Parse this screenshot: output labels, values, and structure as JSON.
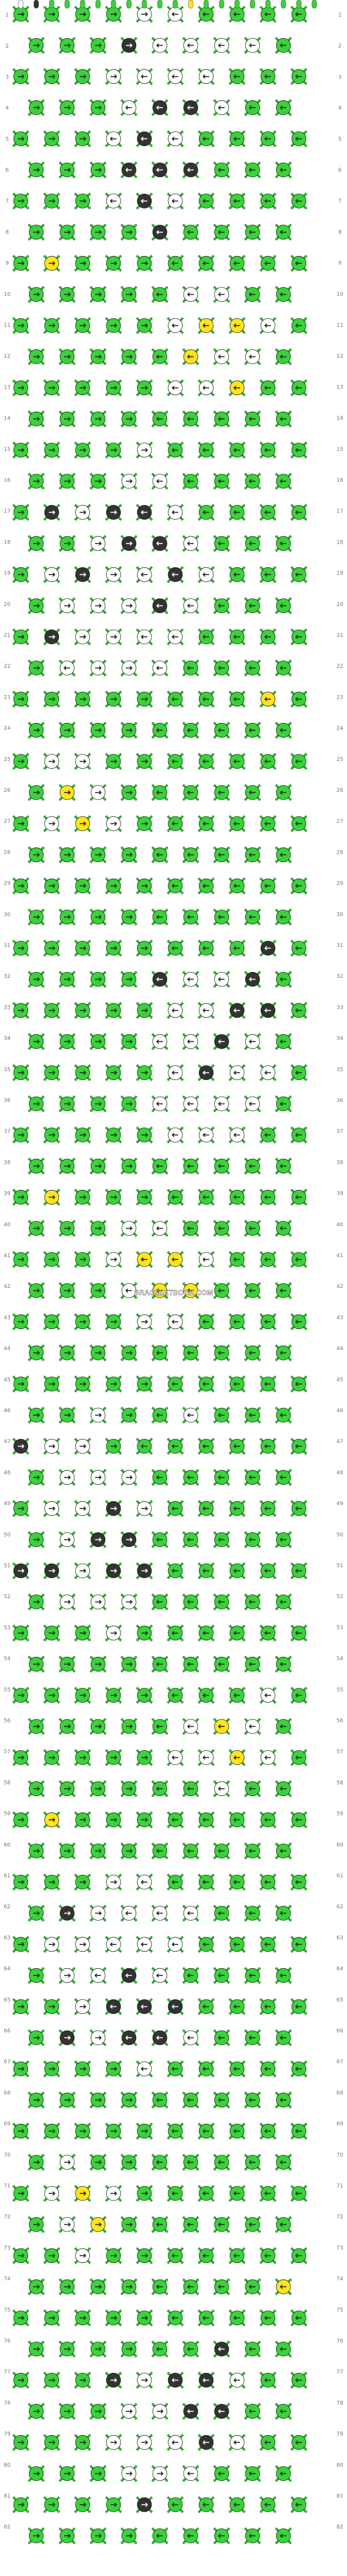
{
  "watermark": "BRACELETBOOK.COM",
  "colors": {
    "green": "#39d339",
    "white": "#ffffff",
    "black": "#333333",
    "yellow": "#ffe41a",
    "outline": "#222222",
    "label": "#777777"
  },
  "row_numbers": [
    "1",
    "2",
    "3",
    "4",
    "5",
    "6",
    "7",
    "8",
    "9",
    "10",
    "11",
    "12",
    "13",
    "14",
    "15",
    "16",
    "17",
    "18",
    "19",
    "20",
    "21",
    "22",
    "23",
    "24",
    "25",
    "26",
    "27",
    "28",
    "29",
    "30",
    "31",
    "32",
    "33",
    "34",
    "35",
    "36",
    "37",
    "38",
    "39",
    "40",
    "41",
    "42",
    "43",
    "44",
    "45",
    "46",
    "47",
    "48",
    "49",
    "50",
    "51",
    "52",
    "53",
    "54",
    "55",
    "56",
    "57",
    "58",
    "59",
    "60",
    "61",
    "62",
    "63",
    "64",
    "65",
    "66",
    "67",
    "68",
    "69",
    "70",
    "71",
    "72",
    "73",
    "74",
    "75",
    "76",
    "77",
    "78",
    "79",
    "80",
    "81",
    "82"
  ],
  "strings": [
    "white",
    "black",
    "green",
    "green",
    "green",
    "green",
    "green",
    "green",
    "green",
    "green",
    "green",
    "yellow",
    "green",
    "green",
    "green",
    "green",
    "green",
    "green",
    "green",
    "green"
  ],
  "knots": {
    "rows": {
      "1": [
        "g>",
        "g>",
        "g>",
        "g>",
        "w>",
        "w<",
        "g<",
        "g<",
        "g<",
        "g<"
      ],
      "2": [
        "g>",
        "g>",
        "g>",
        "k>",
        "w<",
        "w<",
        "w<",
        "w<",
        "g<"
      ],
      "3": [
        "g>",
        "g>",
        "g>",
        "w>",
        "w<",
        "w<",
        "w<",
        "g<",
        "g<",
        "g<"
      ],
      "4": [
        "g>",
        "g>",
        "g>",
        "w<",
        "k<",
        "k<",
        "w<",
        "g<",
        "g<"
      ],
      "5": [
        "g>",
        "g>",
        "g>",
        "w<",
        "k<",
        "w<",
        "g<",
        "g<",
        "g<",
        "g<"
      ],
      "6": [
        "g>",
        "g>",
        "g>",
        "k<",
        "k<",
        "k<",
        "g<",
        "g<",
        "g<"
      ],
      "7": [
        "g>",
        "g>",
        "g>",
        "w<",
        "k<",
        "w<",
        "g<",
        "g<",
        "g<",
        "g<"
      ],
      "8": [
        "g>",
        "g>",
        "g>",
        "g>",
        "k<",
        "g<",
        "g<",
        "g<",
        "g<"
      ],
      "9": [
        "g>",
        "y>",
        "g>",
        "g>",
        "g>",
        "g<",
        "g<",
        "g<",
        "g<",
        "g<"
      ],
      "10": [
        "g>",
        "g>",
        "g>",
        "g>",
        "g<",
        "w<",
        "w<",
        "g<",
        "g<"
      ],
      "11": [
        "g>",
        "g>",
        "g>",
        "g>",
        "g>",
        "w<",
        "y<",
        "y<",
        "w<",
        "g<"
      ],
      "12": [
        "g>",
        "g>",
        "g>",
        "g>",
        "g<",
        "y<",
        "w<",
        "w<",
        "g<"
      ],
      "13": [
        "g>",
        "g>",
        "g>",
        "g>",
        "g>",
        "w<",
        "w<",
        "y<",
        "g<",
        "g<"
      ],
      "14": [
        "g>",
        "g>",
        "g>",
        "g>",
        "g<",
        "g<",
        "g<",
        "g<",
        "g<"
      ],
      "15": [
        "g>",
        "g>",
        "g>",
        "g>",
        "w>",
        "g<",
        "g<",
        "g<",
        "g<",
        "g<"
      ],
      "16": [
        "g>",
        "g>",
        "g>",
        "w>",
        "w<",
        "g<",
        "g<",
        "g<",
        "g<"
      ],
      "17": [
        "g>",
        "k>",
        "w>",
        "k>",
        "k<",
        "w<",
        "g<",
        "g<",
        "g<",
        "g<"
      ],
      "18": [
        "g>",
        "g>",
        "w>",
        "k>",
        "k<",
        "w<",
        "g<",
        "g<",
        "g<"
      ],
      "19": [
        "g>",
        "w>",
        "k>",
        "w>",
        "w<",
        "k<",
        "w<",
        "g<",
        "g<",
        "g<"
      ],
      "20": [
        "g>",
        "w>",
        "w>",
        "w>",
        "k<",
        "w<",
        "g<",
        "g<",
        "g<"
      ],
      "21": [
        "g>",
        "k>",
        "w>",
        "w>",
        "w<",
        "w<",
        "g<",
        "g<",
        "g<",
        "g<"
      ],
      "22": [
        "g>",
        "w<",
        "w>",
        "w>",
        "w<",
        "g<",
        "g<",
        "g<",
        "g<"
      ],
      "23": [
        "g>",
        "g>",
        "g>",
        "g>",
        "g>",
        "g<",
        "g<",
        "g<",
        "y<",
        "g<"
      ],
      "24": [
        "g>",
        "g>",
        "g>",
        "g>",
        "g<",
        "g<",
        "g<",
        "g<",
        "g<"
      ],
      "25": [
        "g>",
        "w>",
        "w>",
        "g>",
        "g>",
        "g<",
        "g<",
        "g<",
        "g<",
        "g<"
      ],
      "26": [
        "g>",
        "y>",
        "w>",
        "g>",
        "g<",
        "g<",
        "g<",
        "g<",
        "g<"
      ],
      "27": [
        "g>",
        "w>",
        "y>",
        "w>",
        "g>",
        "g<",
        "g<",
        "g<",
        "g<",
        "g<"
      ],
      "28": [
        "g>",
        "g>",
        "g>",
        "g>",
        "g<",
        "g<",
        "g<",
        "g<",
        "g<"
      ],
      "29": [
        "g>",
        "g>",
        "g>",
        "g>",
        "g>",
        "g<",
        "g<",
        "g<",
        "g<",
        "g<"
      ],
      "30": [
        "g>",
        "g>",
        "g>",
        "g>",
        "g<",
        "g<",
        "g<",
        "g<",
        "g<"
      ],
      "31": [
        "g>",
        "g>",
        "g>",
        "g>",
        "g>",
        "g<",
        "g<",
        "g<",
        "k<",
        "g<"
      ],
      "32": [
        "g>",
        "g>",
        "g>",
        "g>",
        "k<",
        "w<",
        "w<",
        "k<",
        "g<"
      ],
      "33": [
        "g>",
        "g>",
        "g>",
        "g>",
        "g>",
        "w<",
        "w<",
        "k<",
        "k<",
        "g<"
      ],
      "34": [
        "g>",
        "g>",
        "g>",
        "g>",
        "w<",
        "w<",
        "k<",
        "w<",
        "g<"
      ],
      "35": [
        "g>",
        "g>",
        "g>",
        "g>",
        "g>",
        "w<",
        "k<",
        "w<",
        "w<",
        "g<"
      ],
      "36": [
        "g>",
        "g>",
        "g>",
        "g>",
        "w<",
        "w<",
        "w<",
        "w<",
        "g<"
      ],
      "37": [
        "g>",
        "g>",
        "g>",
        "g>",
        "g>",
        "w<",
        "w<",
        "w<",
        "g<",
        "g<"
      ],
      "38": [
        "g>",
        "g>",
        "g>",
        "g>",
        "g<",
        "g<",
        "g<",
        "g<",
        "g<"
      ],
      "39": [
        "g>",
        "y>",
        "g>",
        "g>",
        "g>",
        "g<",
        "g<",
        "g<",
        "g<",
        "g<"
      ],
      "40": [
        "g>",
        "g>",
        "g>",
        "w>",
        "w<",
        "g<",
        "g<",
        "g<",
        "g<"
      ],
      "41": [
        "g>",
        "g>",
        "g>",
        "w>",
        "y<",
        "y<",
        "w<",
        "g<",
        "g<",
        "g<"
      ],
      "42": [
        "g>",
        "g>",
        "g>",
        "w<",
        "y<",
        "y<",
        "g<",
        "g<",
        "g<"
      ],
      "43": [
        "g>",
        "g>",
        "g>",
        "g>",
        "w>",
        "w<",
        "g<",
        "g<",
        "g<",
        "g<"
      ],
      "44": [
        "g>",
        "g>",
        "g>",
        "g>",
        "g<",
        "g<",
        "g<",
        "g<",
        "g<"
      ],
      "45": [
        "g>",
        "g>",
        "g>",
        "g>",
        "g>",
        "g<",
        "g<",
        "g<",
        "g<",
        "g<"
      ],
      "46": [
        "g>",
        "g>",
        "w>",
        "g>",
        "g<",
        "w<",
        "g<",
        "g<",
        "g<"
      ],
      "47": [
        "k>",
        "w>",
        "w>",
        "g>",
        "g<",
        "g<",
        "g<",
        "g<",
        "g<",
        "g<"
      ],
      "48": [
        "g>",
        "w>",
        "w>",
        "w>",
        "g<",
        "g<",
        "g<",
        "g<",
        "g<"
      ],
      "49": [
        "g>",
        "w>",
        "w>",
        "k>",
        "w>",
        "g<",
        "g<",
        "g<",
        "g<",
        "g<"
      ],
      "50": [
        "g>",
        "w>",
        "k>",
        "k>",
        "g<",
        "g<",
        "g<",
        "g<",
        "g<"
      ],
      "51": [
        "k>",
        "k>",
        "w>",
        "k>",
        "k>",
        "g<",
        "g<",
        "g<",
        "g<",
        "g<"
      ],
      "52": [
        "g>",
        "w>",
        "w>",
        "w>",
        "g<",
        "g<",
        "g<",
        "g<",
        "g<"
      ],
      "53": [
        "g>",
        "g>",
        "g>",
        "w>",
        "g>",
        "g<",
        "g<",
        "g<",
        "g<",
        "g<"
      ],
      "54": [
        "g>",
        "g>",
        "g>",
        "g>",
        "g<",
        "g<",
        "g<",
        "g<",
        "g<"
      ],
      "55": [
        "g>",
        "g>",
        "g>",
        "g>",
        "g>",
        "g<",
        "g<",
        "g<",
        "w<",
        "g<"
      ],
      "56": [
        "g>",
        "g>",
        "g>",
        "g>",
        "g<",
        "w<",
        "y<",
        "w<",
        "g<"
      ],
      "57": [
        "g>",
        "g>",
        "g>",
        "g>",
        "g>",
        "w<",
        "w<",
        "y<",
        "w<",
        "g<"
      ],
      "58": [
        "g>",
        "g>",
        "g>",
        "g>",
        "g<",
        "g<",
        "w<",
        "g<",
        "g<"
      ],
      "59": [
        "g>",
        "y>",
        "g>",
        "g>",
        "g>",
        "g<",
        "g<",
        "g<",
        "g<",
        "g<"
      ],
      "60": [
        "g>",
        "g>",
        "g>",
        "g>",
        "g<",
        "g<",
        "g<",
        "g<",
        "g<"
      ],
      "61": [
        "g>",
        "g>",
        "g>",
        "w>",
        "w<",
        "g<",
        "g<",
        "g<",
        "g<",
        "g<"
      ],
      "62": [
        "g>",
        "k>",
        "w>",
        "w<",
        "w<",
        "w<",
        "g<",
        "g<",
        "g<"
      ],
      "63": [
        "g>",
        "w>",
        "w>",
        "w<",
        "w<",
        "w<",
        "g<",
        "g<",
        "g<",
        "g<"
      ],
      "64": [
        "g>",
        "w>",
        "w<",
        "k<",
        "w<",
        "g<",
        "g<",
        "g<",
        "g<"
      ],
      "65": [
        "g>",
        "g>",
        "w>",
        "k<",
        "k<",
        "k<",
        "g<",
        "g<",
        "g<",
        "g<"
      ],
      "66": [
        "g>",
        "k>",
        "w>",
        "k<",
        "k<",
        "w<",
        "g<",
        "g<",
        "g<"
      ],
      "67": [
        "g>",
        "g>",
        "g>",
        "g>",
        "w<",
        "g<",
        "g<",
        "g<",
        "g<",
        "g<"
      ],
      "68": [
        "g>",
        "g>",
        "g>",
        "g>",
        "g<",
        "g<",
        "g<",
        "g<",
        "g<"
      ],
      "69": [
        "g>",
        "g>",
        "g>",
        "g>",
        "g>",
        "g<",
        "g<",
        "g<",
        "g<",
        "g<"
      ],
      "70": [
        "g>",
        "w>",
        "g>",
        "g>",
        "g<",
        "g<",
        "g<",
        "g<",
        "g<"
      ],
      "71": [
        "g>",
        "w>",
        "y>",
        "w>",
        "g>",
        "g<",
        "g<",
        "g<",
        "g<",
        "g<"
      ],
      "72": [
        "g>",
        "w>",
        "y>",
        "g>",
        "g<",
        "g<",
        "g<",
        "g<",
        "g<"
      ],
      "73": [
        "g>",
        "g>",
        "w>",
        "g>",
        "g>",
        "g<",
        "g<",
        "g<",
        "g<",
        "g<"
      ],
      "74": [
        "g>",
        "g>",
        "g>",
        "g>",
        "g<",
        "g<",
        "g<",
        "g<",
        "y<"
      ],
      "75": [
        "g>",
        "g>",
        "g>",
        "g>",
        "g>",
        "g<",
        "g<",
        "g<",
        "g<",
        "g<"
      ],
      "76": [
        "g>",
        "g>",
        "g>",
        "g>",
        "g<",
        "g<",
        "k<",
        "g<",
        "g<"
      ],
      "77": [
        "g>",
        "g>",
        "g>",
        "k>",
        "w>",
        "k<",
        "k<",
        "w<",
        "g<",
        "g<"
      ],
      "78": [
        "g>",
        "g>",
        "g>",
        "w>",
        "w>",
        "k<",
        "k<",
        "g<",
        "g<"
      ],
      "79": [
        "g>",
        "g>",
        "g>",
        "w>",
        "w>",
        "w<",
        "k<",
        "w<",
        "g<",
        "g<"
      ],
      "80": [
        "g>",
        "g>",
        "g>",
        "w>",
        "w>",
        "w<",
        "g<",
        "g<",
        "g<"
      ],
      "81": [
        "g>",
        "g>",
        "g>",
        "g>",
        "k>",
        "g<",
        "g<",
        "g<",
        "g<",
        "g<"
      ],
      "82": [
        "g>",
        "g>",
        "g>",
        "g>",
        "g<",
        "g<",
        "g<",
        "g<",
        "g<"
      ]
    }
  }
}
